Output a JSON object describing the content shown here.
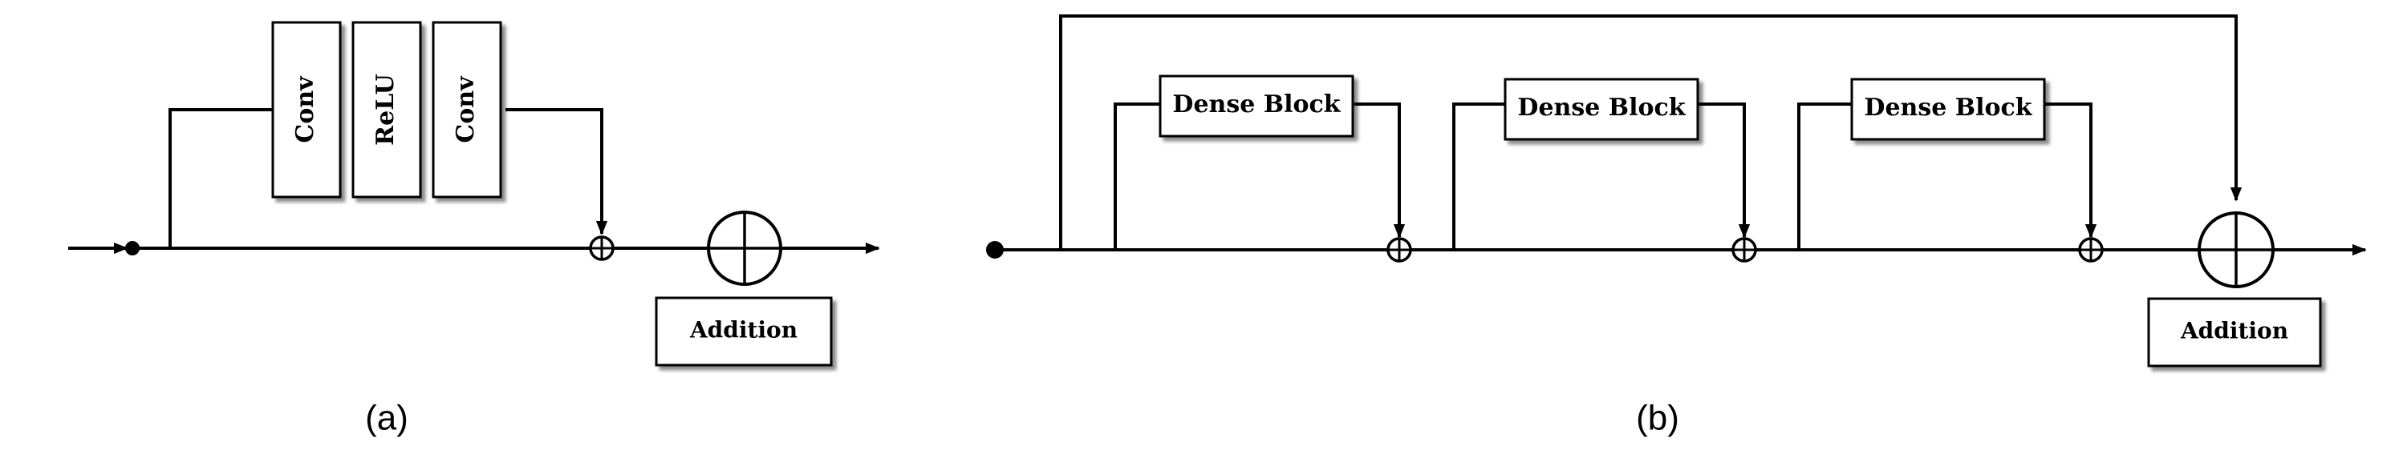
{
  "diagram_a": {
    "layers": [
      "Conv",
      "ReLU",
      "Conv"
    ],
    "addition_label": "Addition",
    "caption": "(a)"
  },
  "diagram_b": {
    "blocks": [
      "Dense Block",
      "Dense Block",
      "Dense Block"
    ],
    "addition_label": "Addition",
    "caption": "(b)"
  }
}
